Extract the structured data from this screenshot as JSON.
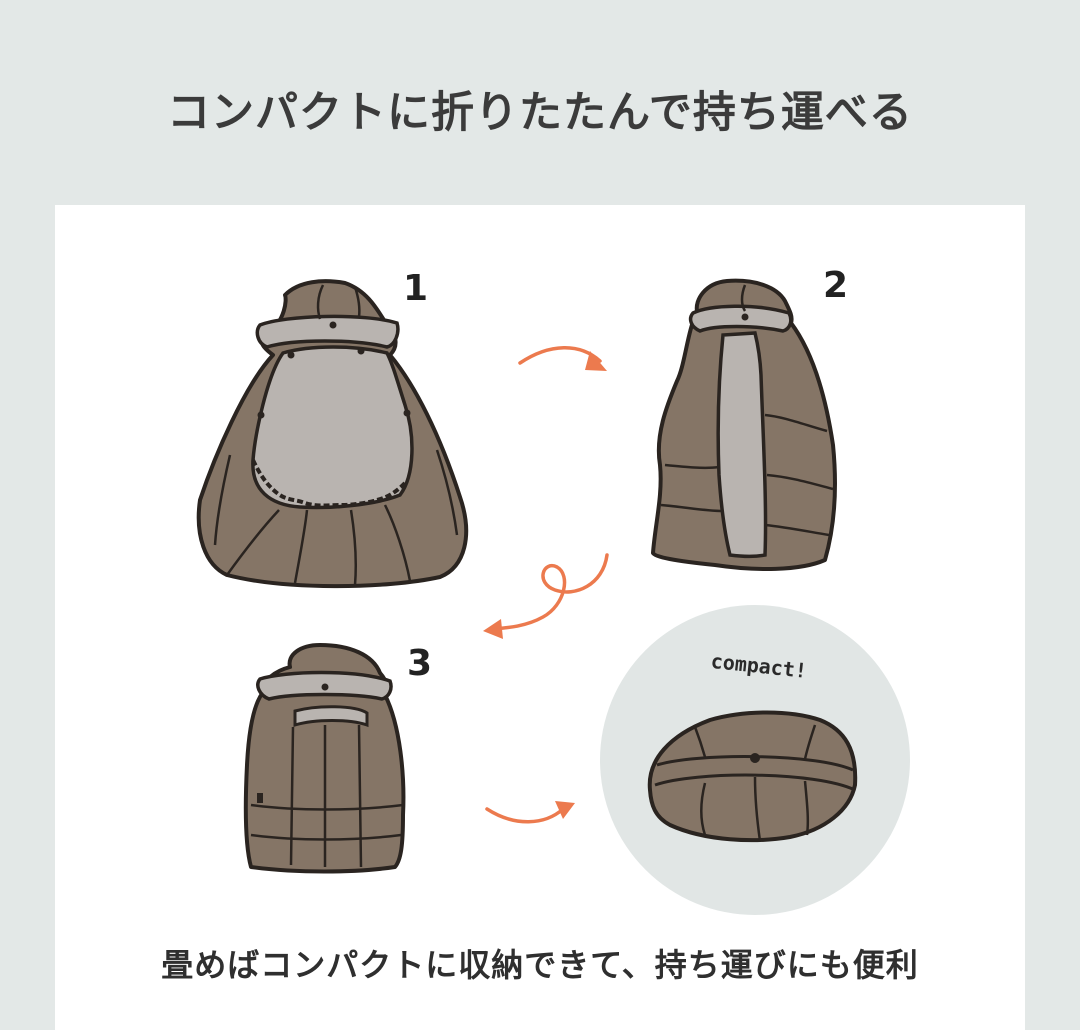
{
  "heading": "コンパクトに折りたたんで持ち運べる",
  "steps": [
    {
      "number": "1"
    },
    {
      "number": "2"
    },
    {
      "number": "3"
    }
  ],
  "result": {
    "label": "compact!"
  },
  "caption": "畳めばコンパクトに収納できて、持ち運びにも便利",
  "colors": {
    "background": "#e3e8e7",
    "card": "#ffffff",
    "fabric": "#857566",
    "lining": "#b9b4b0",
    "outline": "#2a2420",
    "arrow": "#ec7a4e",
    "circle": "#e1e6e5"
  }
}
